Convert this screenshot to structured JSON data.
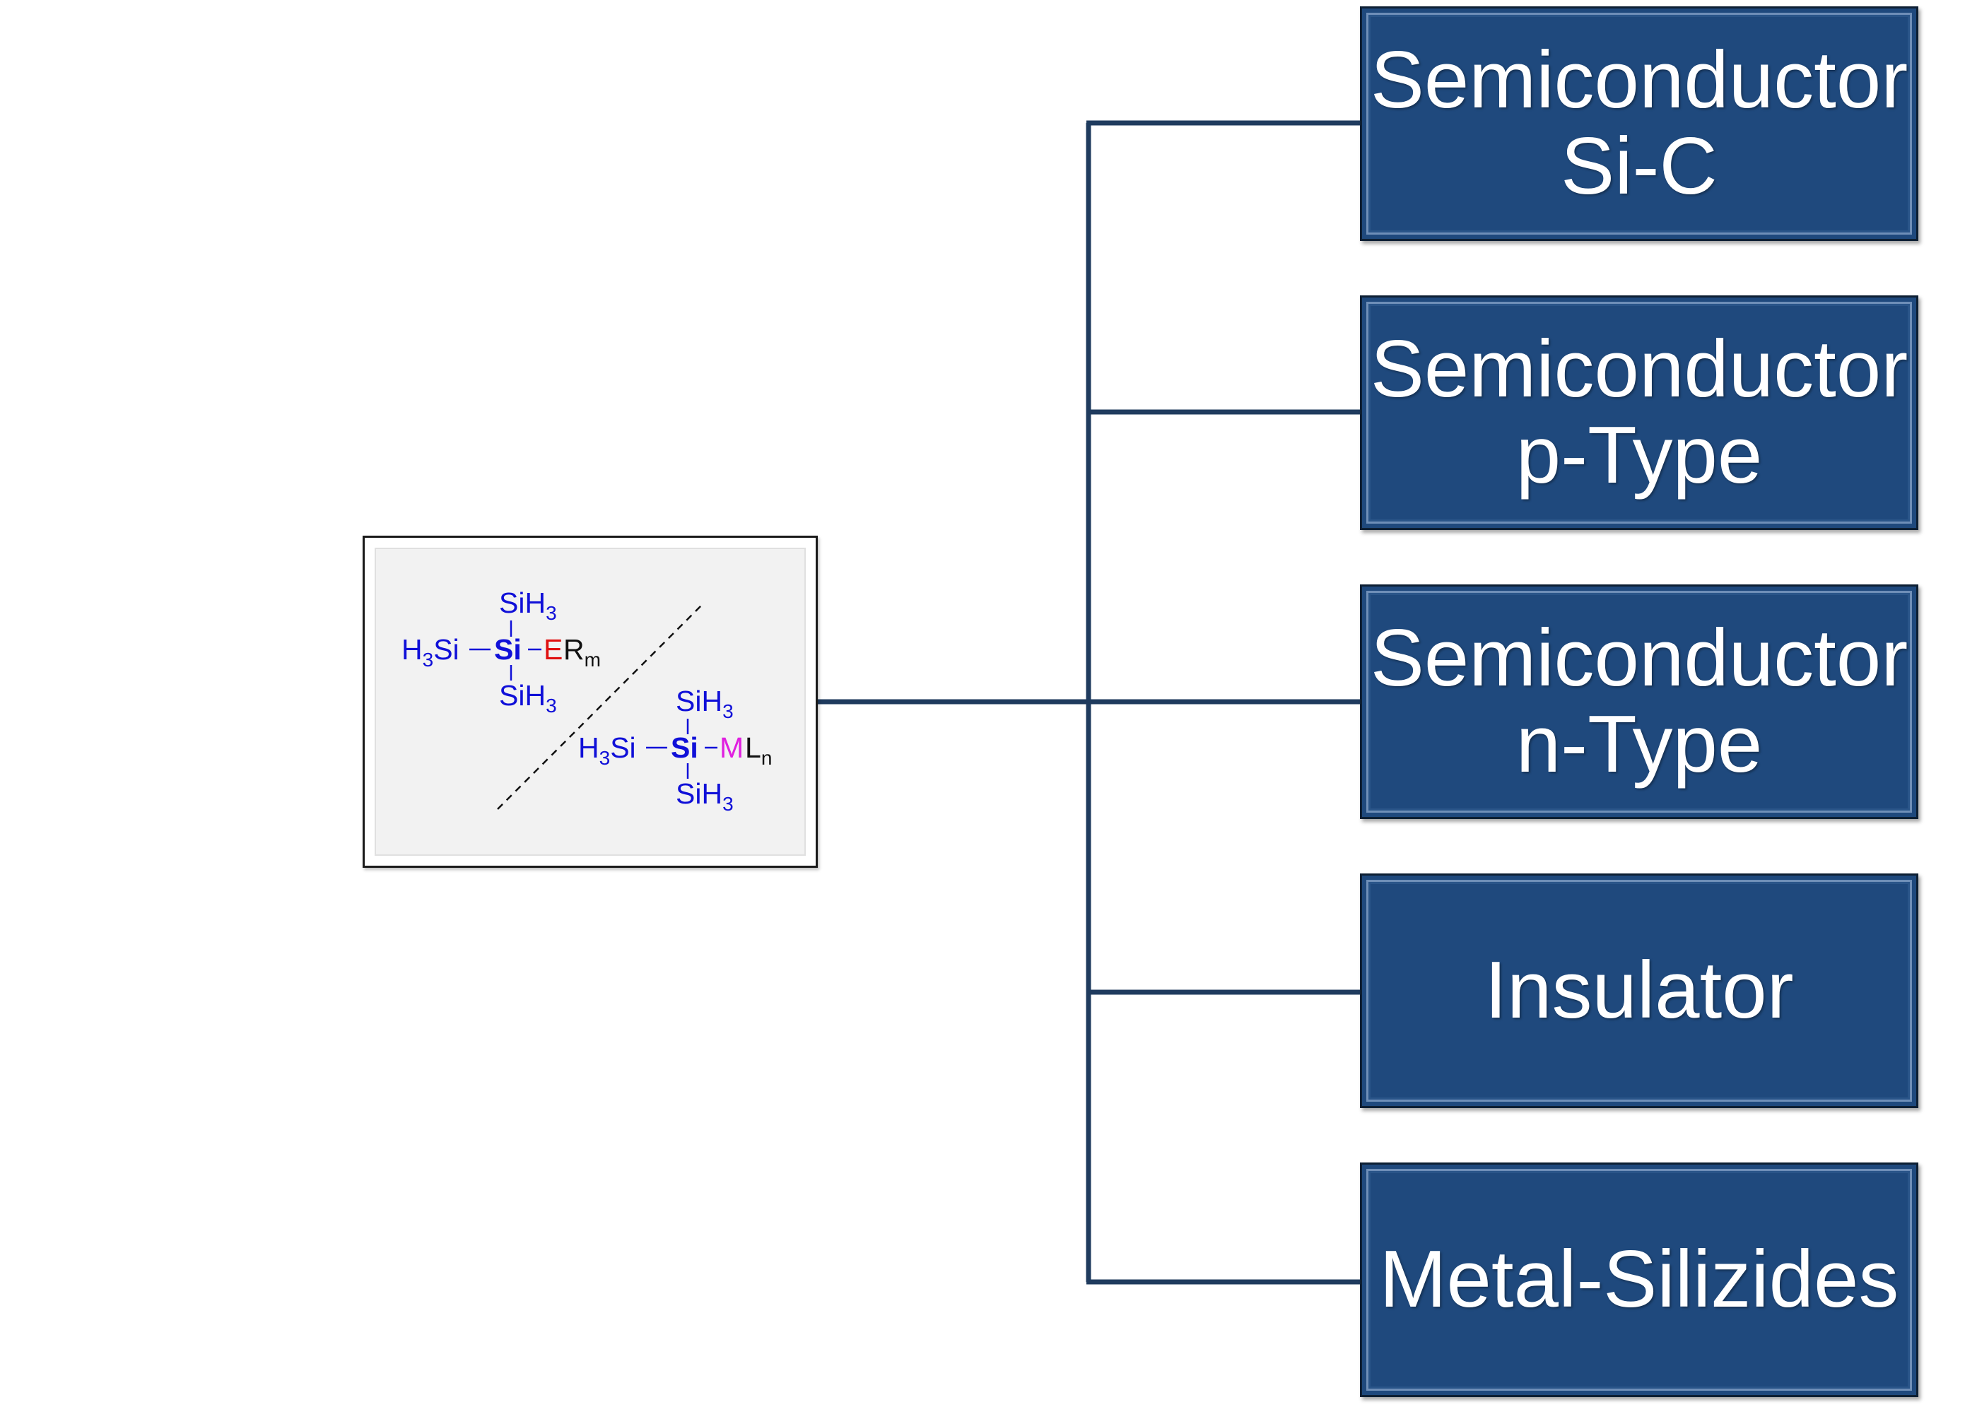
{
  "molecule": {
    "upper": {
      "top_group": "SiH",
      "top_sub": "3",
      "left_group_h": "H",
      "left_group_sub": "3",
      "left_group_si": "Si",
      "bond": "—",
      "center": "Si",
      "dash": "–",
      "element": "E",
      "ligand": "R",
      "ligand_sub": "m",
      "bottom_group": "SiH",
      "bottom_sub": "3"
    },
    "lower": {
      "top_group": "SiH",
      "top_sub": "3",
      "left_group_h": "H",
      "left_group_sub": "3",
      "left_group_si": "Si",
      "bond": "—",
      "center": "Si",
      "dash": "–",
      "element": "M",
      "ligand": "L",
      "ligand_sub": "n",
      "bottom_group": "SiH",
      "bottom_sub": "3"
    }
  },
  "categories": [
    {
      "line1": "Semiconductor",
      "line2": "Si-C"
    },
    {
      "line1": "Semiconductor",
      "line2": "p-Type"
    },
    {
      "line1": "Semiconductor",
      "line2": "n-Type"
    },
    {
      "line1": "Insulator",
      "line2": ""
    },
    {
      "line1": "Metal-Silizides",
      "line2": ""
    }
  ],
  "colors": {
    "box_fill": "#1f497d",
    "connector": "#1f3b5e",
    "silicon_blue": "#1010d8",
    "element_red": "#e01010",
    "metal_magenta": "#e020e0"
  }
}
